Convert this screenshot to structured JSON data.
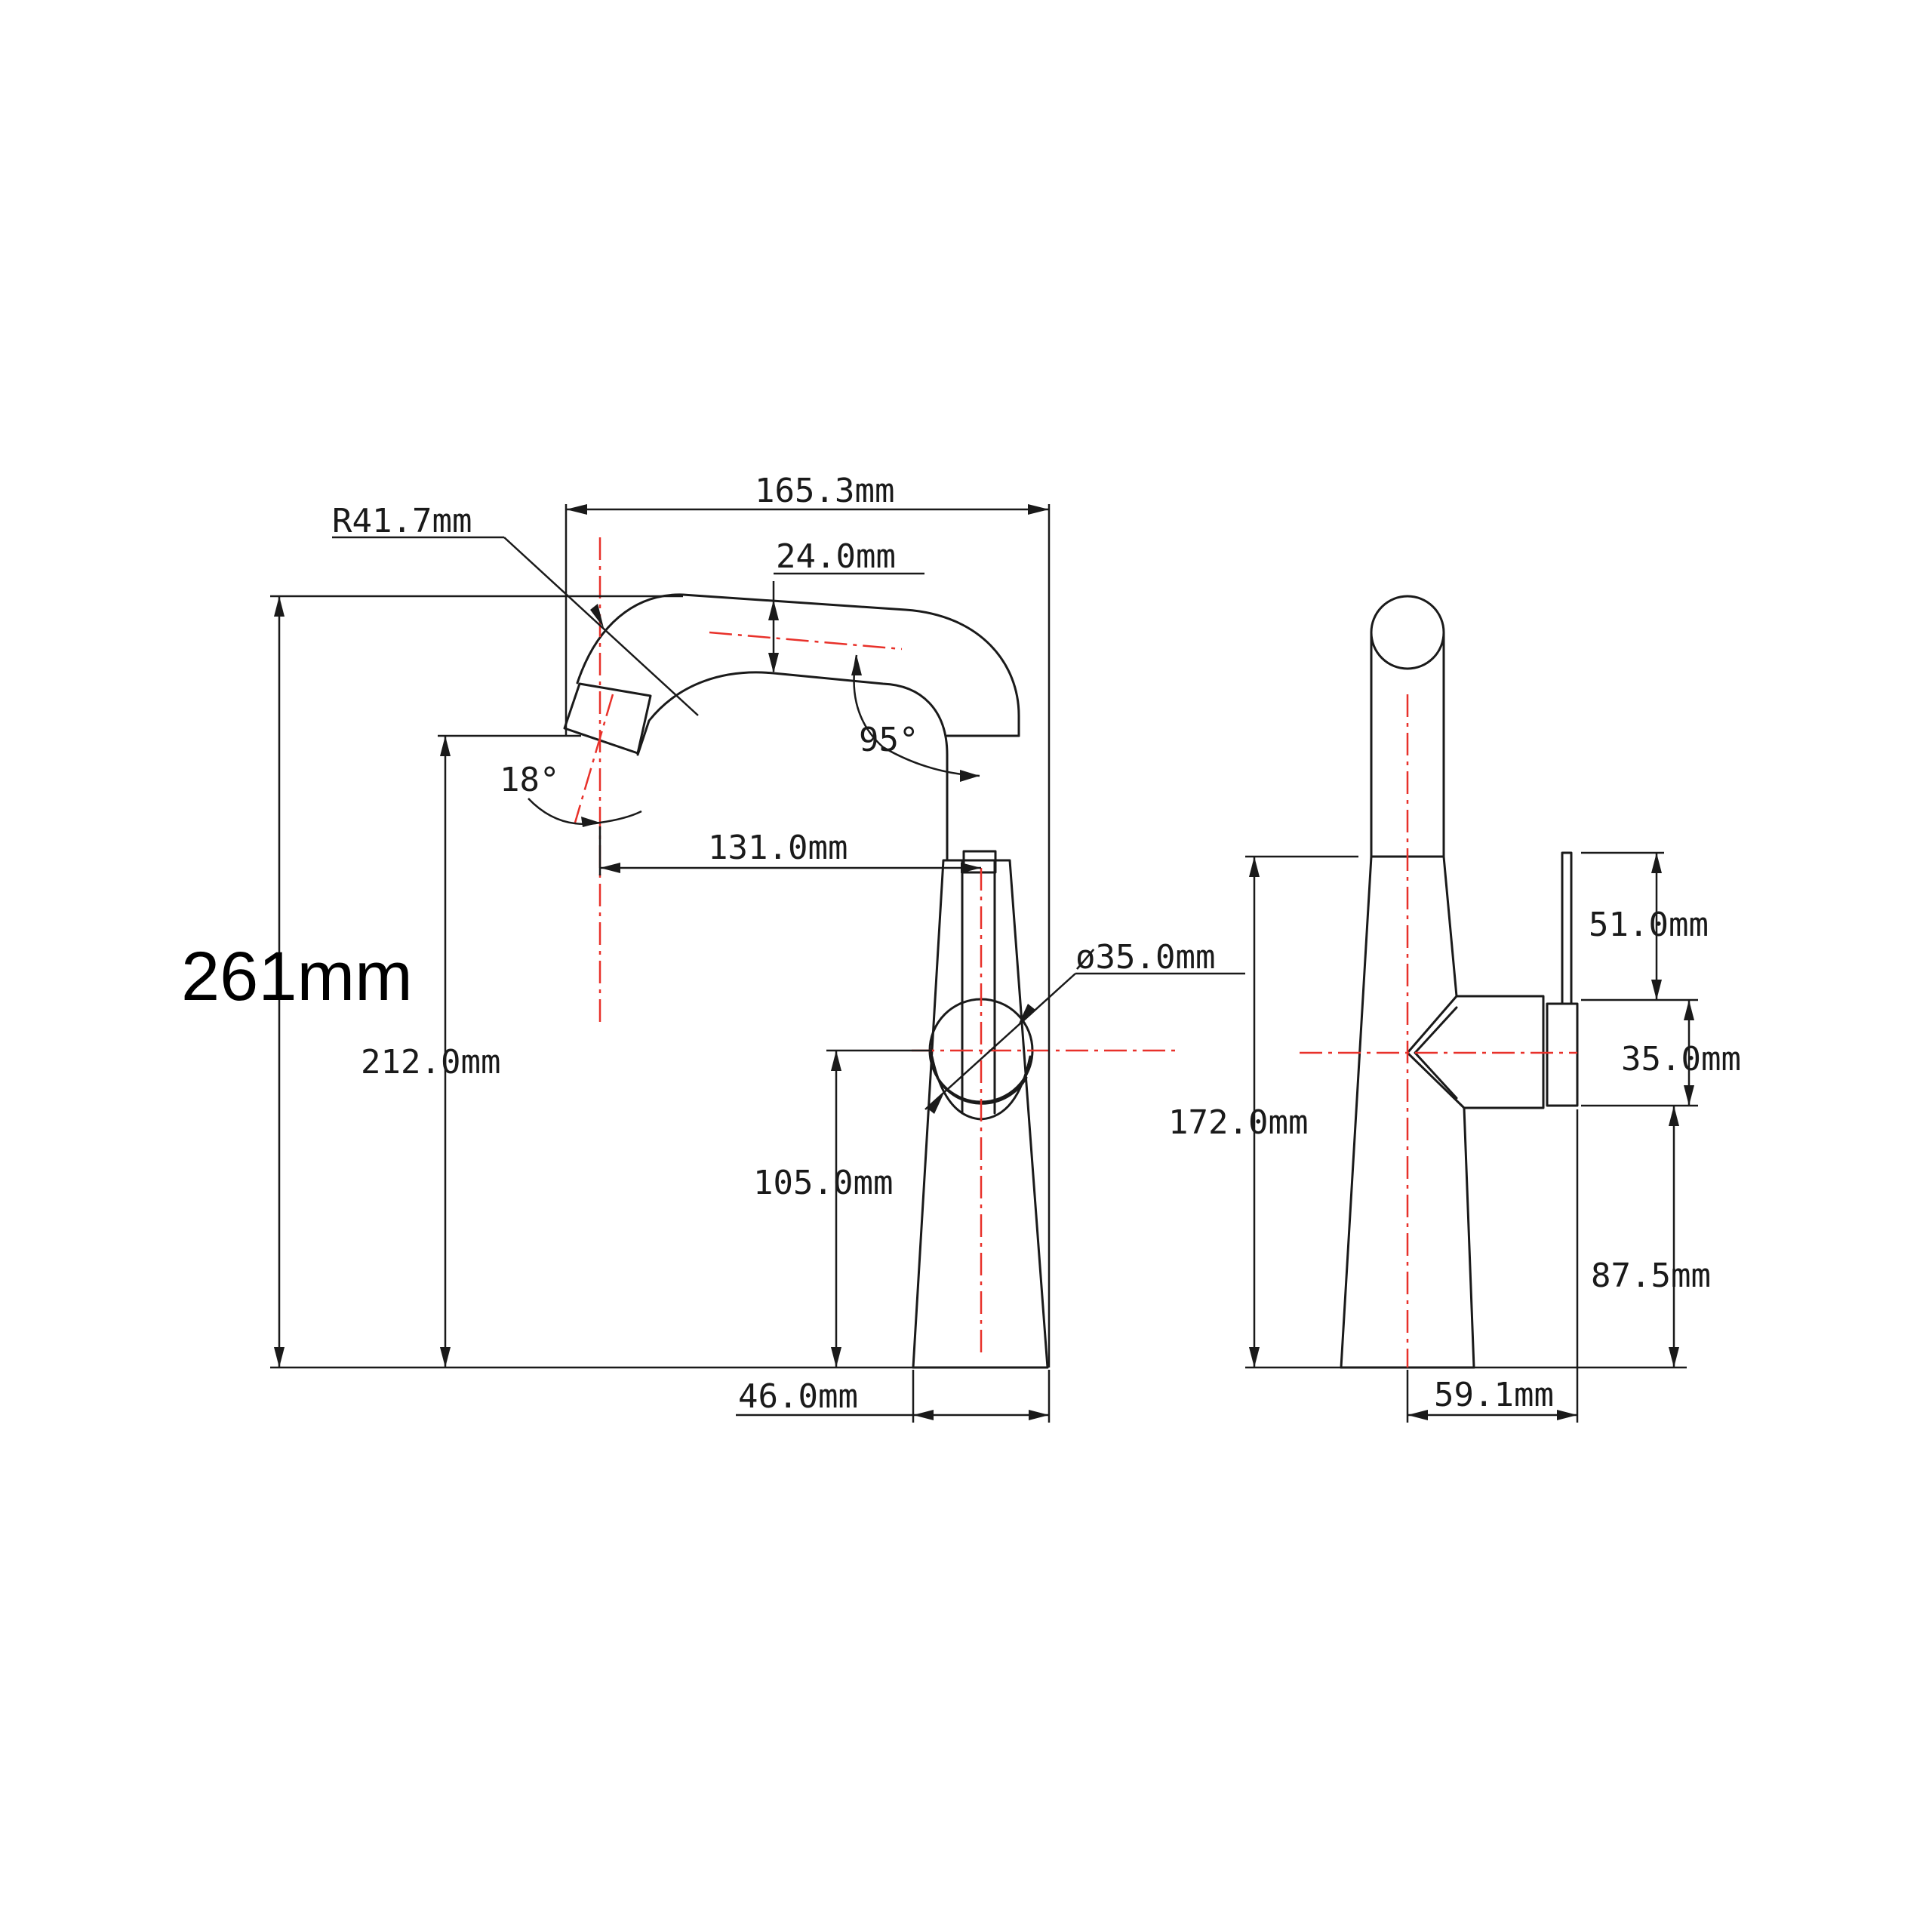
{
  "colors": {
    "outline": "#1a1a1a",
    "centerline": "#e8312a",
    "background": "#ffffff"
  },
  "front_view": {
    "overall_width": "165.3mm",
    "spout_radius": "R41.7mm",
    "spout_thickness": "24.0mm",
    "spout_angle": "95°",
    "outlet_angle": "18°",
    "reach": "131.0mm",
    "handle_diameter": "ø35.0mm",
    "outlet_height": "212.0mm",
    "handle_center_height": "105.0mm",
    "base_width": "46.0mm",
    "overall_height": "261mm"
  },
  "side_view": {
    "body_height": "172.0mm",
    "lever_length": "51.0mm",
    "handle_width": "35.0mm",
    "handle_height": "87.5mm",
    "handle_offset": "59.1mm"
  }
}
